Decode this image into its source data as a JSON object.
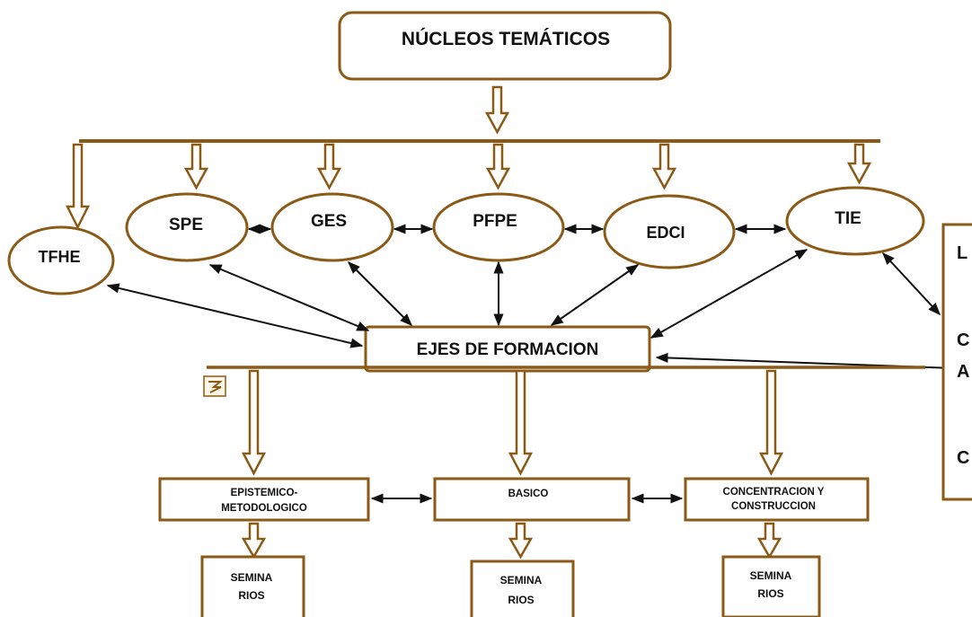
{
  "colors": {
    "stroke": "#8a5a16",
    "text": "#111111",
    "background": "#ffffff"
  },
  "title": "NÚCLEOS TEMÁTICOS",
  "nucleos": [
    "TFHE",
    "SPE",
    "GES",
    "PFPE",
    "EDCI",
    "TIE"
  ],
  "center": "EJES DE FORMACION",
  "ejes": [
    {
      "line1": "EPISTEMICO-",
      "line2": "METODOLOGICO"
    },
    {
      "line1": "BASICO",
      "line2": ""
    },
    {
      "line1": "CONCENTRACION Y",
      "line2": "CONSTRUCCION"
    }
  ],
  "seminarios": [
    {
      "line1": "SEMINA",
      "line2": "RIOS"
    },
    {
      "line1": "SEMINA",
      "line2": "RIOS"
    },
    {
      "line1": "SEMINA",
      "line2": "RIOS"
    }
  ],
  "side_list": [
    "L",
    "C",
    "A",
    "C"
  ]
}
